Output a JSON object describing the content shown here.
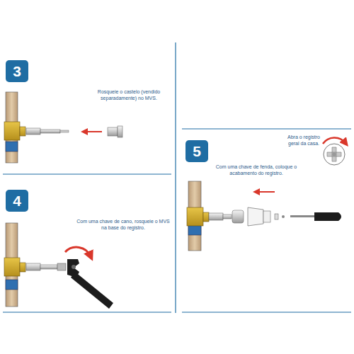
{
  "diagram": {
    "nodes": [
      {
        "text": [
          "3"
        ]
      },
      {
        "text": [
          "4"
        ]
      },
      {
        "text": [
          "5"
        ]
      }
    ],
    "labels": [
      "Rosqueie o castelo (vendido separadamente) no MVS.",
      "Com uma chave de cano, rosqueie o MVS na base do registro.",
      "Abra o registro geral da casa.",
      "Com uma chave de fenda, coloque o acabamento do registro."
    ]
  }
}
